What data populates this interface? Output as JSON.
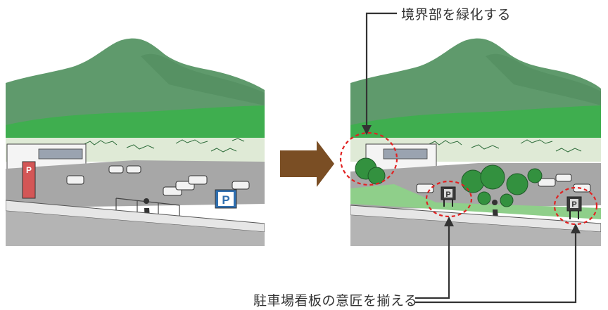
{
  "annotations": {
    "top_label": "境界部を緑化する",
    "bottom_label": "駐車場看板の意匠を揃える"
  },
  "panels": {
    "before": {
      "signs": [
        "P",
        "P"
      ]
    },
    "after": {
      "signs": [
        "P",
        "P"
      ]
    }
  },
  "colors": {
    "mountain": "#5f9a6c",
    "mountain_dark": "#4f8a5c",
    "band_green": "#3fae4f",
    "pavement": "#a7a7a7",
    "sidewalk": "#e6e6e6",
    "street": "#b4b4b4",
    "arrow": "#7a4e24",
    "callout_line": "#333333",
    "circle": "#e12222",
    "tree": "#33913f",
    "red_sign": "#d45656",
    "blue_sign": "#2f6fb0",
    "dark_sign": "#3a3a3a"
  }
}
